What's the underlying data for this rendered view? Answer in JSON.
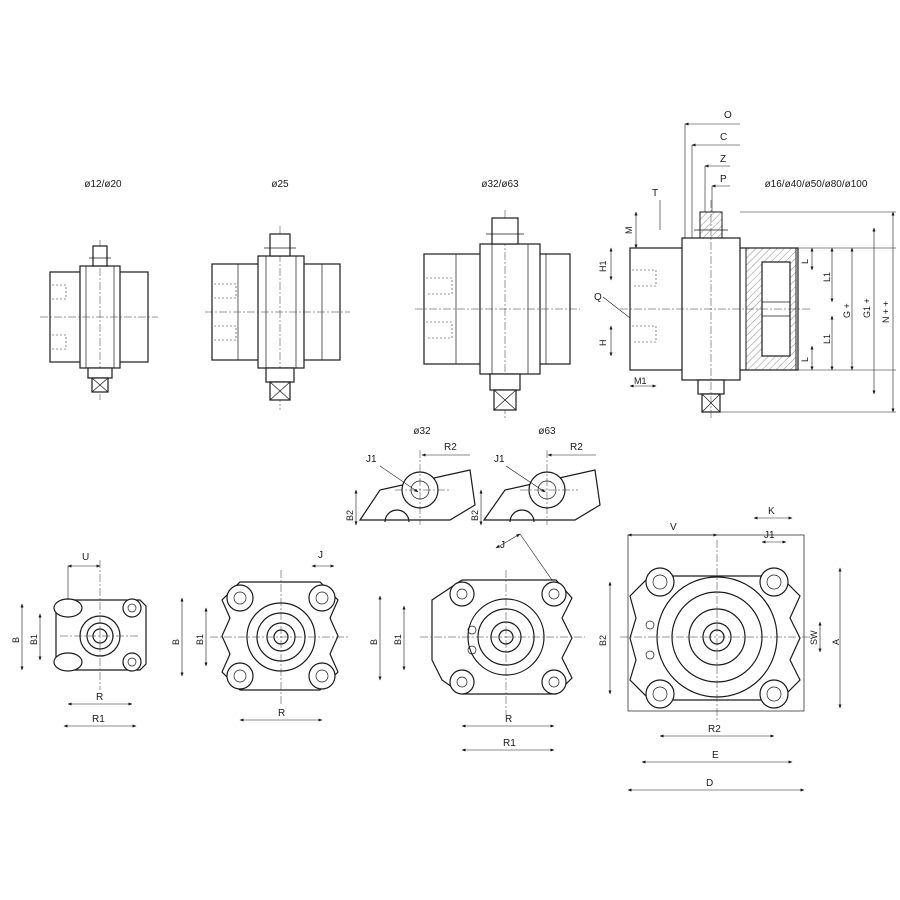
{
  "views": {
    "d12_20": "ø12/ø20",
    "d25": "ø25",
    "d32_63": "ø32/ø63",
    "d_all": "ø16/ø40/ø50/ø80/ø100",
    "d32": "ø32",
    "d63": "ø63"
  },
  "dims": {
    "O": "O",
    "C": "C",
    "Z": "Z",
    "P": "P",
    "T": "T",
    "M": "M",
    "H1": "H1",
    "H": "H",
    "Q": "Q",
    "M1": "M1",
    "L": "L",
    "L1": "L1",
    "G": "G +",
    "G1": "G1 +",
    "N": "N + +",
    "J1": "J1",
    "R2": "R2",
    "B2": "B2",
    "U": "U",
    "B": "B",
    "B1": "B1",
    "R": "R",
    "R1": "R1",
    "J": "J",
    "V": "V",
    "K": "K",
    "SW": "SW",
    "A": "A",
    "E": "E",
    "D": "D"
  }
}
